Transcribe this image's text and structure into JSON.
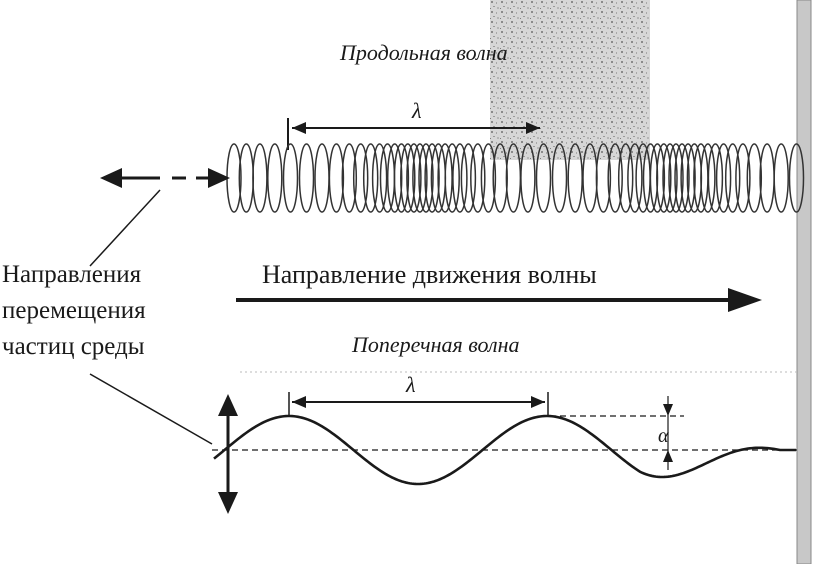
{
  "titles": {
    "longitudinal": "Продольная волна",
    "transverse": "Поперечная волна"
  },
  "labels": {
    "lambda_top": "λ",
    "lambda_bottom": "λ",
    "alpha": "α",
    "wave_direction": "Направление движения волны",
    "particle_dir_line1": "Направления",
    "particle_dir_line2": "перемещения",
    "particle_dir_line3": "частиц среды"
  },
  "colors": {
    "ink": "#1a1a1a",
    "coil": "#333333",
    "wall": "#c8c8c8"
  }
}
